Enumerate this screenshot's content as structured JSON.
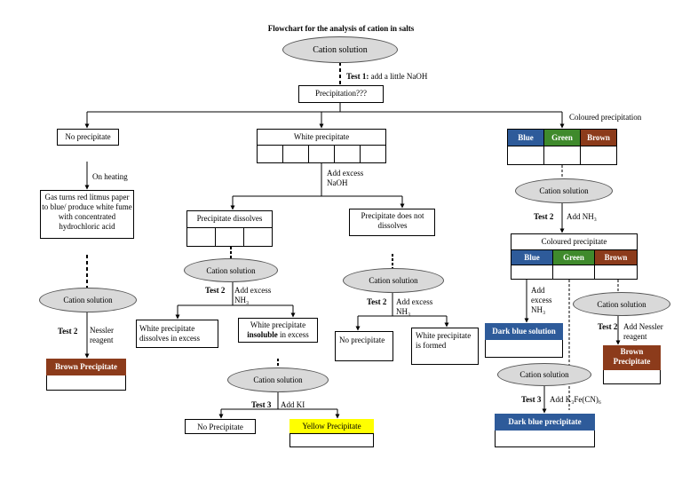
{
  "title": "Flowchart for the analysis of cation in salts",
  "colors": {
    "ellipse": "#d9d9d9",
    "blue": "#2e5b9a",
    "green": "#3f8a2c",
    "brown": "#8c3b1b",
    "yellow": "#ffff00"
  },
  "ellipses": {
    "top": "Cation solution",
    "left": "Cation solution",
    "mid1": "Cation solution",
    "mid2": "Cation solution",
    "midright": "Cation solution",
    "right1": "Cation solution",
    "right2": "Cation solution",
    "right3": "Cation solution"
  },
  "test1": {
    "label": "Test 1:",
    "text": "add a little NaOH"
  },
  "precip_q": "Precipitation???",
  "branches": {
    "no_precip": "No precipitate",
    "white_precip": "White precipitate",
    "coloured_label": "Coloured precipitation"
  },
  "colour_cells": {
    "blue": "Blue",
    "green": "Green",
    "brown": "Brown"
  },
  "left": {
    "on_heating": "On heating",
    "gas_text": "Gas turns red litmus paper to blue/ produce white fume with concentrated hydrochloric acid",
    "test_label": "Test 2",
    "reagent_line1": "Nessler",
    "reagent_line2": "reagent",
    "result": "Brown Precipitate"
  },
  "middle": {
    "add_excess_naoh_1": "Add excess",
    "add_excess_naoh_2": "NaOH",
    "dissolves": "Precipitate dissolves",
    "not_dissolves": "Precipitate does not dissolves",
    "test2_label": "Test 2",
    "add_nh3_1": "Add excess",
    "add_nh3_2": "NH₃",
    "dissolves_excess": "White precipitate dissolves in excess",
    "insoluble_pre": "White precipitate",
    "insoluble_word": "insoluble",
    "insoluble_post": "in excess",
    "test3_label": "Test 3",
    "add_ki": "Add KI",
    "no_precip_ki": "No Precipitate",
    "yellow_precip": "Yellow Precipitate",
    "midright_test_label": "Test 2",
    "midright_add_1": "Add excess",
    "midright_add_2": "NH₃",
    "mr_no_precip": "No precipitate",
    "mr_white_formed": "White precipitate is formed"
  },
  "right": {
    "test2_label": "Test 2",
    "add_nh3": "Add NH₃",
    "coloured_precipitate": "Coloured precipitate",
    "add_excess_1": "Add",
    "add_excess_2": "excess",
    "add_excess_3": "NH₃",
    "dark_blue_solution": "Dark blue solution",
    "brown_test_label": "Test 2",
    "add_nessler_1": "Add Nessler",
    "add_nessler_2": "reagent",
    "brown_result": "Brown Precipitate",
    "test3_label": "Test 3",
    "add_k3": "Add K₃Fe(CN)₆",
    "dark_blue_precip": "Dark blue precipitate"
  }
}
